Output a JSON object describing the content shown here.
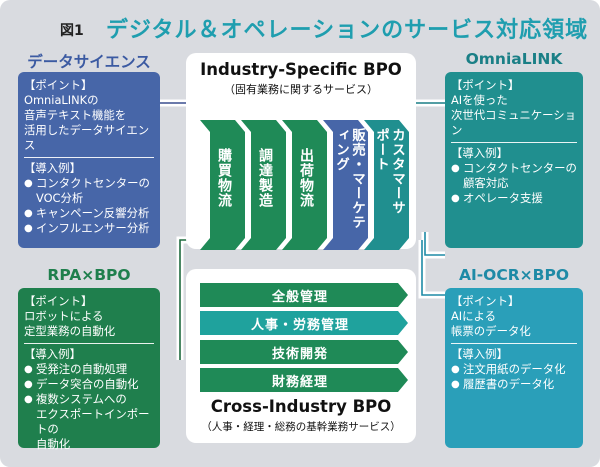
{
  "header": {
    "fig_label": "図1",
    "title": "デジタル＆オペレーションのサービス対応領域"
  },
  "data_science": {
    "title": "データサイエンス",
    "point_head": "【ポイント】",
    "point_lines": [
      "OmniaLINKの",
      "音声テキスト機能を",
      "活用したデータサイエンス"
    ],
    "case_head": "【導入例】",
    "cases": [
      "コンタクトセンターの",
      "VOC分析",
      "キャンペーン反響分析",
      "インフルエンサー分析"
    ]
  },
  "omnialink": {
    "title": "OmniaLINK",
    "point_head": "【ポイント】",
    "point_lines": [
      "AIを使った",
      "次世代コミュニケーション"
    ],
    "case_head": "【導入例】",
    "cases": [
      "コンタクトセンターの",
      "顧客対応",
      "オペレータ支援"
    ]
  },
  "rpa": {
    "title": "RPA×BPO",
    "point_head": "【ポイント】",
    "point_lines": [
      "ロボットによる",
      "定型業務の自動化"
    ],
    "case_head": "【導入例】",
    "cases": [
      "受発注の自動処理",
      "データ突合の自動化",
      "複数システムへの",
      "エクスポートインポートの",
      "自動化"
    ]
  },
  "aiocr": {
    "title": "AI-OCR×BPO",
    "point_head": "【ポイント】",
    "point_lines": [
      "AIによる",
      "帳票のデータ化"
    ],
    "case_head": "【導入例】",
    "cases": [
      "注文用紙のデータ化",
      "履歴書のデータ化"
    ]
  },
  "industry_bpo": {
    "title": "Industry-Specific BPO",
    "subtitle": "（固有業務に関するサービス）",
    "processes": [
      "購買物流",
      "調達製造",
      "出荷物流",
      "販売・マーケティング",
      "カスタマーサポート"
    ]
  },
  "cross_bpo": {
    "title": "Cross-Industry BPO",
    "subtitle": "（人事・経理・総務の基幹業務サービス）",
    "functions": [
      "全般管理",
      "人事・労務管理",
      "技術開発",
      "財務経理"
    ]
  },
  "colors": {
    "accent": "#1f9eaf",
    "blue": "#4766a8",
    "teal": "#208f8f",
    "green": "#1f7f4d",
    "cyan": "#2a9fb9"
  }
}
